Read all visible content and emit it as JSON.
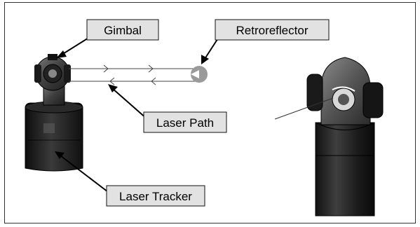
{
  "labels": {
    "gimbal": "Gimbal",
    "retroreflector": "Retroreflector",
    "laser_path": "Laser Path",
    "laser_tracker": "Laser Tracker"
  },
  "colors": {
    "label_fill": "#e2e2e2",
    "device_dark": "#1b1b1b",
    "device_mid": "#4a4a4a",
    "retro": "#9a9a9a"
  }
}
